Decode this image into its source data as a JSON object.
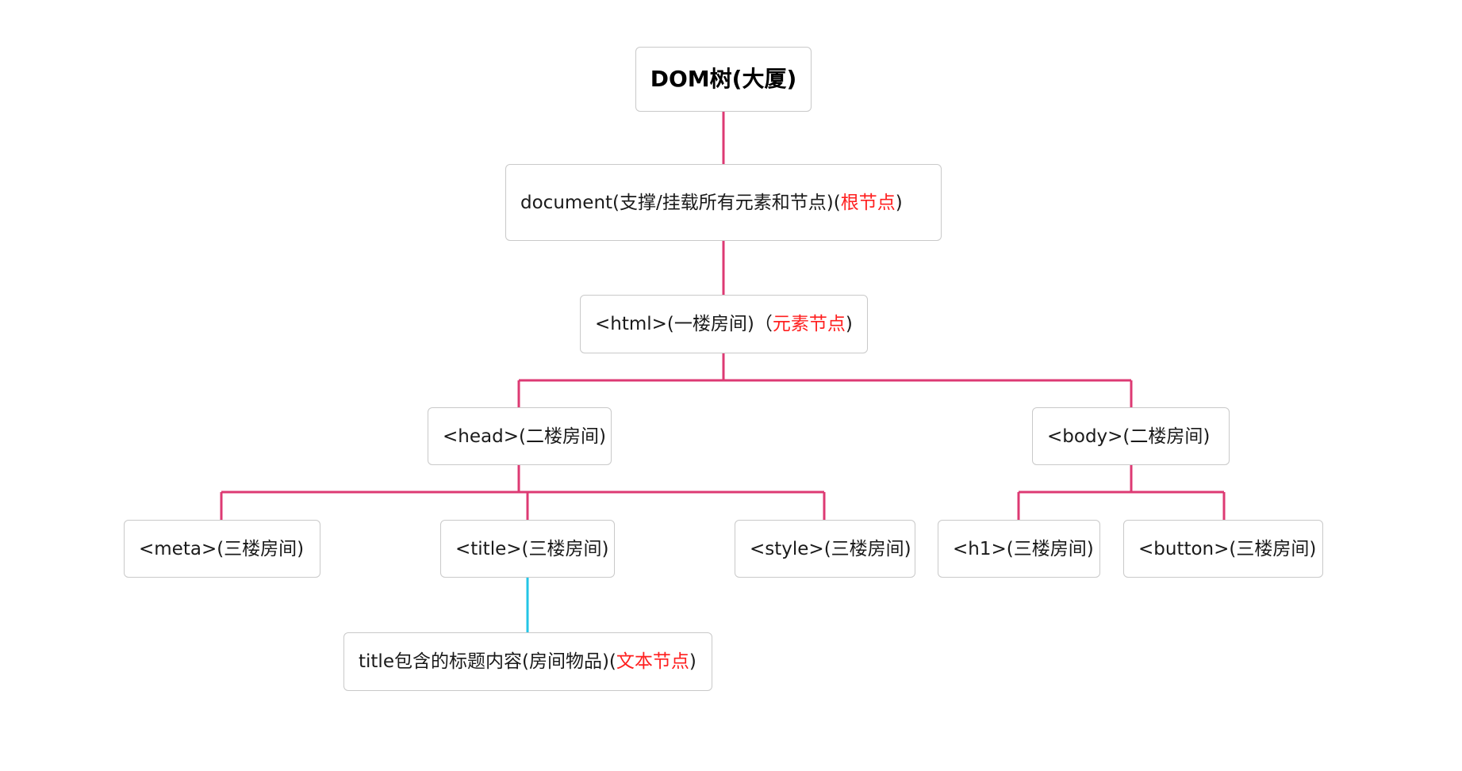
{
  "colors": {
    "connector": "#dd3a73",
    "text_connector": "#23c5e6",
    "highlight": "#ff1f1f",
    "node_border": "#c9c9c9"
  },
  "nodes": {
    "dom_tree": {
      "label": "DOM树(大厦)"
    },
    "document": {
      "prefix": "document(支撑/挂载所有元素和节点)(",
      "highlight": "根节点",
      "suffix": ")"
    },
    "html": {
      "prefix": "<html>(一楼房间)（",
      "highlight": "元素节点",
      "suffix": ")"
    },
    "head": {
      "label": "<head>(二楼房间)"
    },
    "body": {
      "label": "<body>(二楼房间)"
    },
    "meta": {
      "label": "<meta>(三楼房间)"
    },
    "title": {
      "label": "<title>(三楼房间)"
    },
    "style": {
      "label": "<style>(三楼房间)"
    },
    "h1": {
      "label": "<h1>(三楼房间)"
    },
    "button": {
      "label": "<button>(三楼房间)"
    },
    "title_text": {
      "prefix": "title包含的标题内容(房间物品)(",
      "highlight": "文本节点",
      "suffix": ")"
    }
  }
}
